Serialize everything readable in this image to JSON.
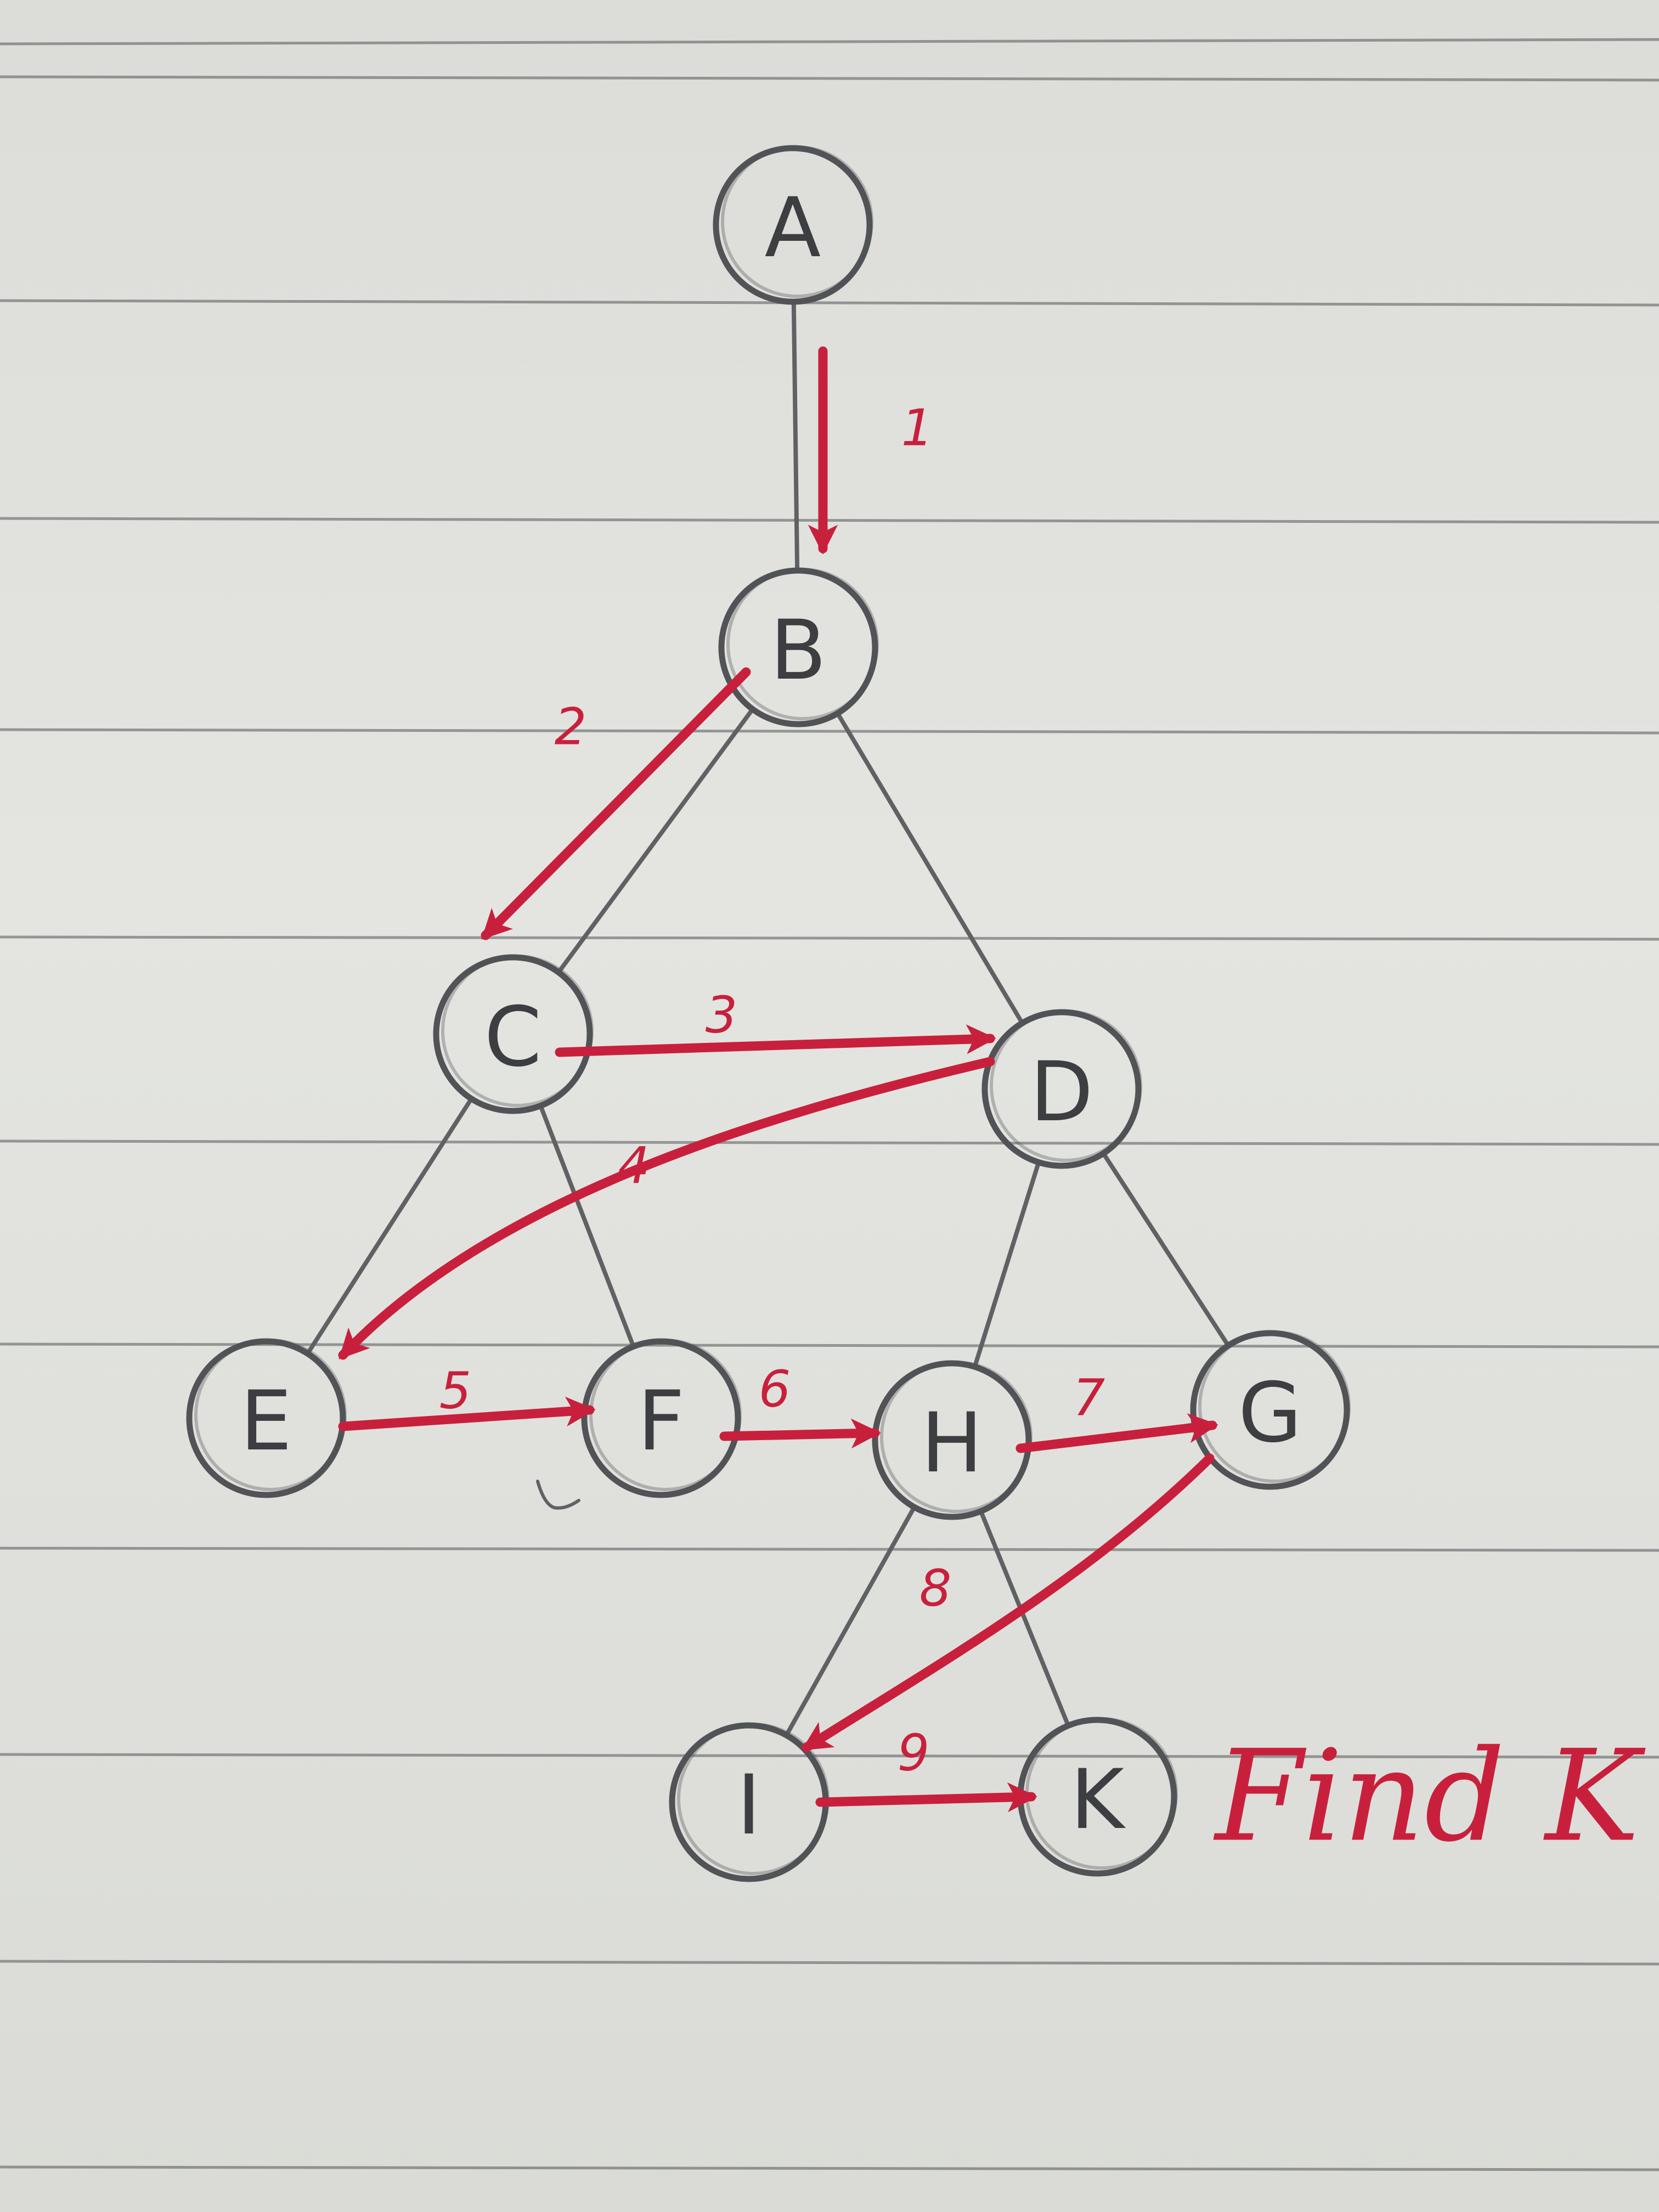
{
  "diagram": {
    "nodes": [
      {
        "id": "A",
        "label": "A"
      },
      {
        "id": "B",
        "label": "B"
      },
      {
        "id": "C",
        "label": "C"
      },
      {
        "id": "D",
        "label": "D"
      },
      {
        "id": "E",
        "label": "E"
      },
      {
        "id": "F",
        "label": "F"
      },
      {
        "id": "H",
        "label": "H"
      },
      {
        "id": "G",
        "label": "G"
      },
      {
        "id": "I",
        "label": "I"
      },
      {
        "id": "K",
        "label": "K"
      }
    ],
    "tree_edges": [
      {
        "from": "A",
        "to": "B"
      },
      {
        "from": "B",
        "to": "C"
      },
      {
        "from": "B",
        "to": "D"
      },
      {
        "from": "C",
        "to": "E"
      },
      {
        "from": "C",
        "to": "F"
      },
      {
        "from": "D",
        "to": "H"
      },
      {
        "from": "D",
        "to": "G"
      },
      {
        "from": "H",
        "to": "I"
      },
      {
        "from": "H",
        "to": "K"
      }
    ],
    "steps": [
      {
        "label": "1",
        "from": "A",
        "to": "B"
      },
      {
        "label": "2",
        "from": "B",
        "to": "C"
      },
      {
        "label": "3",
        "from": "C",
        "to": "D"
      },
      {
        "label": "4",
        "from": "D",
        "to": "E"
      },
      {
        "label": "5",
        "from": "E",
        "to": "F"
      },
      {
        "label": "6",
        "from": "F",
        "to": "H"
      },
      {
        "label": "7",
        "from": "H",
        "to": "G"
      },
      {
        "label": "8",
        "from": "G",
        "to": "I"
      },
      {
        "label": "9",
        "from": "I",
        "to": "K"
      }
    ],
    "annotation": "Find K",
    "colors": {
      "pencil": "#515356",
      "pen": "#c8203c",
      "paper": "#dfe0dc"
    }
  }
}
